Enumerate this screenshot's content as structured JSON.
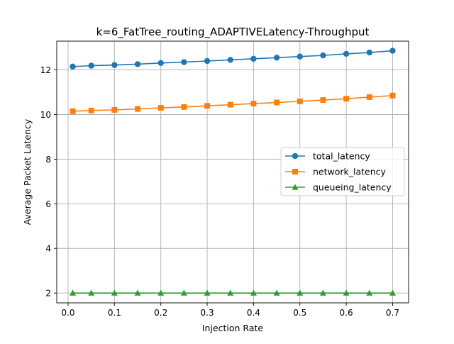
{
  "chart_data": {
    "type": "line",
    "title": "k=6_FatTree_routing_ADAPTIVELatency-Throughput",
    "xlabel": "Injection Rate",
    "ylabel": "Average Packet Latency",
    "x": [
      0.01,
      0.05,
      0.1,
      0.15,
      0.2,
      0.25,
      0.3,
      0.35,
      0.4,
      0.45,
      0.5,
      0.55,
      0.6,
      0.65,
      0.7
    ],
    "xlim": [
      -0.0245,
      0.7345
    ],
    "ylim": [
      1.56,
      13.29
    ],
    "xticks": [
      0.0,
      0.1,
      0.2,
      0.3,
      0.4,
      0.5,
      0.6,
      0.7
    ],
    "xtick_labels": [
      "0.0",
      "0.1",
      "0.2",
      "0.3",
      "0.4",
      "0.5",
      "0.6",
      "0.7"
    ],
    "yticks": [
      2,
      4,
      6,
      8,
      10,
      12
    ],
    "ytick_labels": [
      "2",
      "4",
      "6",
      "8",
      "10",
      "12"
    ],
    "grid": true,
    "legend_position": "center-right",
    "series": [
      {
        "name": "total_latency",
        "color": "#1f77b4",
        "marker": "circle",
        "values": [
          12.15,
          12.19,
          12.22,
          12.26,
          12.31,
          12.35,
          12.4,
          12.45,
          12.5,
          12.55,
          12.6,
          12.65,
          12.72,
          12.78,
          12.86
        ]
      },
      {
        "name": "network_latency",
        "color": "#ff7f0e",
        "marker": "square",
        "values": [
          10.15,
          10.18,
          10.21,
          10.25,
          10.3,
          10.34,
          10.39,
          10.44,
          10.49,
          10.54,
          10.59,
          10.65,
          10.71,
          10.78,
          10.85
        ]
      },
      {
        "name": "queueing_latency",
        "color": "#2ca02c",
        "marker": "triangle",
        "values": [
          2.0,
          2.0,
          2.0,
          2.0,
          2.0,
          2.0,
          2.0,
          2.0,
          2.0,
          2.0,
          2.0,
          2.0,
          2.0,
          2.0,
          2.0
        ]
      }
    ]
  }
}
